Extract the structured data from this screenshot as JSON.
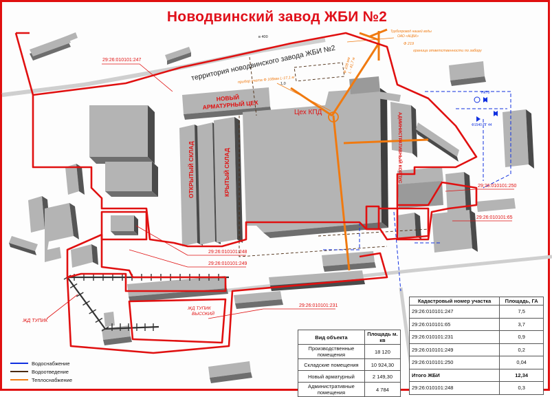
{
  "title": "Новодвинский завод ЖБИ №2",
  "map_labels": {
    "territory": "территория новодвинского завода ЖБИ №2",
    "armatura_workshop_line1": "НОВЫЙ",
    "armatura_workshop_line2": "АРМАТУРНЫЙ ЦЕХ",
    "open_warehouse": "ОТКРЫТЫЙ СКЛАД",
    "covered_warehouse": "КРЫТЫЙ СКЛАД",
    "kpd_workshop": "Цех КПД",
    "admin_building": "АДМИНИСТРАТИВНЫЙ КОРПУС",
    "rail_dead_end": "ЖД ТУПИК",
    "rail_dead_end_high_line1": "ЖД ТУПИК",
    "rail_dead_end_high_line2": "ВЫСОКИЙ",
    "pipe_diameter": "Ф 108 мм",
    "pipe_length": "L - 41,7 м",
    "meter_device": "прибор учета    Ф 108мм L-17,1 м",
    "border_note": "граница ответственности по забору",
    "main_pipe_note_line1": "Трубопровод нашей воды",
    "main_pipe_note_line2": "ОАО «АЦБК»",
    "pipe_219": "Ф 219",
    "marker_400": "в 400",
    "marker_10": "1,0",
    "water_tag_1": "НКТ0",
    "water_tag_2": "Ф1540 ПГ 44"
  },
  "cadastral_callouts": [
    "29:26:010101:247",
    "29:26:010101:250",
    "29:26:010101:65",
    "29:26:010101:248",
    "29:26:010101:249",
    "29:26:010101:231"
  ],
  "objects_table": {
    "headers": [
      "Вид объекта",
      "Площадь м. кв"
    ],
    "rows": [
      [
        "Производственные помещения",
        "18 120"
      ],
      [
        "Складские помещения",
        "10 924,30"
      ],
      [
        "Новый арматурный",
        "2 149,30"
      ],
      [
        "Административные помещения",
        "4 784"
      ]
    ]
  },
  "cadastre_table": {
    "headers": [
      "Кадастровый номер участка",
      "Площадь, ГА"
    ],
    "rows": [
      [
        "29:26:010101:247",
        "7,5"
      ],
      [
        "29:26:010101:65",
        "3,7"
      ],
      [
        "29:26:010101:231",
        "0,9"
      ],
      [
        "29:26:010101:249",
        "0,2"
      ],
      [
        "29:26:010101:250",
        "0,04"
      ]
    ],
    "total": [
      "Итого ЖБИ",
      "12,34"
    ],
    "extra": [
      "29:26:010101:248",
      "0,3"
    ]
  },
  "legend": [
    {
      "label": "Водоснабжение",
      "color": "#1030e0"
    },
    {
      "label": "Водоотведение",
      "color": "#4a2a10"
    },
    {
      "label": "Теплоснабжение",
      "color": "#f07a10"
    }
  ],
  "colors": {
    "boundary": "#e01010",
    "building_top": "#b4b4b4",
    "building_side": "#6e6e6e",
    "building_dark": "#3e3e3e",
    "heat": "#f07a10",
    "water": "#1030e0",
    "sewer": "#4a2a10"
  }
}
